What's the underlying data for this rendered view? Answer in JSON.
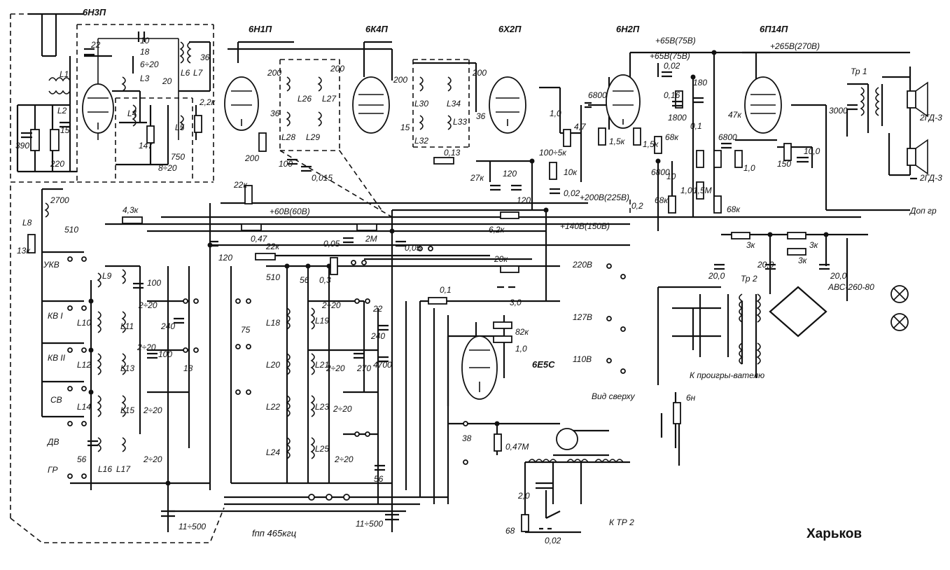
{
  "city": "Харьков",
  "tubes": {
    "t1": "6Н3П",
    "t2": "6Н1П",
    "t3": "6К4П",
    "t4": "6Х2П",
    "t5": "6Н2П",
    "t6": "6П14П",
    "t7": "6Е5С"
  },
  "rails": {
    "r1": "+65В(75В)",
    "r2": "+65В(75В)",
    "r3": "+265В(270В)",
    "r4": "+60В(60В)",
    "r5": "+200В(225В)",
    "r6": "+140В(150В)"
  },
  "bands": {
    "b1": "УКВ",
    "b2": "КВ I",
    "b3": "КВ II",
    "b4": "СВ",
    "b5": "ДВ",
    "b6": "ГР"
  },
  "misc": {
    "if_freq": "fпп 465кгц",
    "view_top": "Вид сверху",
    "player": "К проигры-вателю",
    "to_tr2": "К ТР 2",
    "ext_spk": "Доп гр",
    "sw_220": "220В",
    "sw_127": "127В",
    "sw_110": "110В",
    "rect": "АВС-260-80",
    "tr1": "Тр 1",
    "tr2": "Тр 2",
    "spk1": "2ГД-3",
    "spk2": "2ГД-3",
    "trim1": "11÷500",
    "trim2": "11÷500",
    "fuse": "6н"
  },
  "coils": {
    "L1": "L1",
    "L2": "L2",
    "L3": "L3",
    "L4": "L4",
    "L5": "L5",
    "L6": "L6",
    "L7": "L7",
    "L8": "L8",
    "L9": "L9",
    "L10": "L10",
    "L11": "L11",
    "L12": "L12",
    "L13": "L13",
    "L14": "L14",
    "L15": "L15",
    "L16": "L16",
    "L17": "L17",
    "L18": "L18",
    "L19": "L19",
    "L20": "L20",
    "L21": "L21",
    "L22": "L22",
    "L23": "L23",
    "L24": "L24",
    "L25": "L25",
    "L26": "L26",
    "L27": "L27",
    "L28": "L28",
    "L29": "L29",
    "L30": "L30",
    "L32": "L32",
    "L33": "L33",
    "L34": "L34"
  },
  "values": {
    "v01": "390",
    "v02": "220",
    "v03": "15",
    "v04": "22",
    "v05": "10",
    "v06": "18",
    "v07": "6÷20",
    "v08": "20",
    "v09": "147",
    "v10": "750",
    "v11": "8÷20",
    "v12": "2,2к",
    "v13": "36",
    "v14": "200",
    "v15": "36",
    "v16": "200",
    "v17": "22к",
    "v18": "100",
    "v19": "0,015",
    "v20": "200",
    "v21": "200",
    "v22": "15",
    "v23": "36",
    "v24": "0,13",
    "v25": "200",
    "v26": "27к",
    "v27": "120",
    "v28": "120",
    "v29": "100÷5к",
    "v30": "1,0",
    "v31": "4,7",
    "v32": "6800",
    "v33": "1,5к",
    "v34": "1,5к",
    "v35": "0,02",
    "v36": "0,16",
    "v37": "1800",
    "v38": "68к",
    "v39": "0,1",
    "v40": "180",
    "v41": "6800",
    "v42": "47к",
    "v43": "10,0",
    "v44": "150",
    "v45": "1,0",
    "v46": "10к",
    "v47": "0,02",
    "v48": "6800",
    "v49": "10",
    "v50": "0,2",
    "v51": "68к",
    "v52": "1,0",
    "v53": "1,5М",
    "v54": "68к",
    "v55": "2700",
    "v56": "510",
    "v57": "13к",
    "v58": "4,3к",
    "v59": "0,47",
    "v60": "22к",
    "v61": "510",
    "v62": "0,05",
    "v63": "2М",
    "v64": "0,05",
    "v65": "6,2к",
    "v66": "20к",
    "v67": "3,0",
    "v68": "0,1",
    "v69": "82к",
    "v70": "1,0",
    "v71": "100",
    "v72": "240",
    "v73": "100",
    "v74": "18",
    "v75": "2÷20",
    "v76": "2÷20",
    "v77": "2÷20",
    "v78": "2÷20",
    "v79": "56",
    "v80": "75",
    "v81": "56",
    "v82": "0,3",
    "v83": "2÷20",
    "v84": "22",
    "v85": "240",
    "v86": "2÷20",
    "v87": "270",
    "v88": "4700",
    "v89": "2÷20",
    "v90": "2÷20",
    "v91": "56",
    "v92": "3000",
    "v93": "3к",
    "v94": "3к",
    "v95": "3к",
    "v96": "20,0",
    "v97": "20,0",
    "v98": "20,0",
    "v99": "2,0",
    "v100": "68",
    "v101": "0,02",
    "v102": "0,47М",
    "v103": "38",
    "v104": "120"
  }
}
